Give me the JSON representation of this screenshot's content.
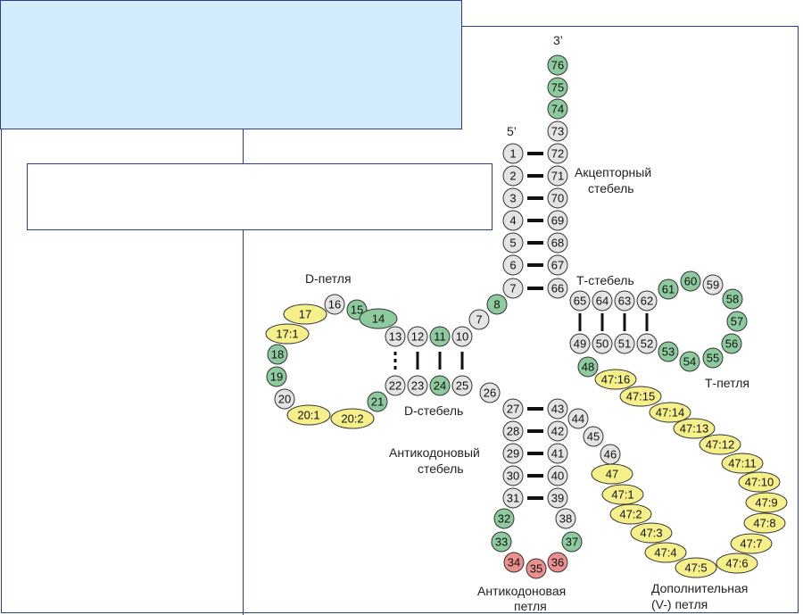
{
  "colors": {
    "grey": "#e4e4e4",
    "green": "#8dcb9f",
    "yellow": "#f6f08a",
    "red": "#ec8f8f",
    "stroke": "#333333",
    "panel": "#d2ecfc",
    "frame": "#2b3f8c"
  },
  "labels": {
    "end3": "3’",
    "end5": "5’",
    "acceptor_stem": [
      "Акцепторный",
      "стебель"
    ],
    "t_stem": "Т-стебель",
    "d_loop": "D-петля",
    "t_loop": "Т-петля",
    "d_stem": "D-стебель",
    "anticodon_stem": [
      "Антикодоновый",
      "стебель"
    ],
    "anticodon_loop": [
      "Антикодоновая",
      "петля"
    ],
    "v_loop": [
      "Дополнительная",
      "(V-) петля"
    ]
  },
  "nucleotides": [
    {
      "t": "76",
      "c": "green"
    },
    {
      "t": "75",
      "c": "green"
    },
    {
      "t": "74",
      "c": "green"
    },
    {
      "t": "73",
      "c": "grey"
    },
    {
      "t": "72",
      "c": "grey"
    },
    {
      "t": "71",
      "c": "grey"
    },
    {
      "t": "70",
      "c": "grey"
    },
    {
      "t": "69",
      "c": "grey"
    },
    {
      "t": "68",
      "c": "grey"
    },
    {
      "t": "67",
      "c": "grey"
    },
    {
      "t": "66",
      "c": "grey"
    },
    {
      "t": "1",
      "c": "grey"
    },
    {
      "t": "2",
      "c": "grey"
    },
    {
      "t": "3",
      "c": "grey"
    },
    {
      "t": "4",
      "c": "grey"
    },
    {
      "t": "5",
      "c": "grey"
    },
    {
      "t": "6",
      "c": "grey"
    },
    {
      "t": "7",
      "c": "grey"
    },
    {
      "t": "8",
      "c": "green"
    },
    {
      "t": "7",
      "c": "grey"
    },
    {
      "t": "65",
      "c": "grey"
    },
    {
      "t": "64",
      "c": "grey"
    },
    {
      "t": "63",
      "c": "grey"
    },
    {
      "t": "62",
      "c": "grey"
    },
    {
      "t": "61",
      "c": "green"
    },
    {
      "t": "60",
      "c": "green"
    },
    {
      "t": "59",
      "c": "grey"
    },
    {
      "t": "58",
      "c": "green"
    },
    {
      "t": "57",
      "c": "green"
    },
    {
      "t": "56",
      "c": "green"
    },
    {
      "t": "55",
      "c": "green"
    },
    {
      "t": "54",
      "c": "green"
    },
    {
      "t": "53",
      "c": "green"
    },
    {
      "t": "52",
      "c": "grey"
    },
    {
      "t": "51",
      "c": "grey"
    },
    {
      "t": "50",
      "c": "grey"
    },
    {
      "t": "49",
      "c": "grey"
    },
    {
      "t": "48",
      "c": "green"
    },
    {
      "t": "16",
      "c": "grey"
    },
    {
      "t": "15",
      "c": "green"
    },
    {
      "t": "14",
      "c": "green"
    },
    {
      "t": "17",
      "c": "yellow"
    },
    {
      "t": "17:1",
      "c": "yellow"
    },
    {
      "t": "18",
      "c": "green"
    },
    {
      "t": "19",
      "c": "green"
    },
    {
      "t": "20",
      "c": "grey"
    },
    {
      "t": "20:1",
      "c": "yellow"
    },
    {
      "t": "20:2",
      "c": "yellow"
    },
    {
      "t": "21",
      "c": "green"
    },
    {
      "t": "13",
      "c": "grey"
    },
    {
      "t": "12",
      "c": "grey"
    },
    {
      "t": "11",
      "c": "green"
    },
    {
      "t": "10",
      "c": "grey"
    },
    {
      "t": "22",
      "c": "grey"
    },
    {
      "t": "23",
      "c": "grey"
    },
    {
      "t": "24",
      "c": "green"
    },
    {
      "t": "25",
      "c": "grey"
    },
    {
      "t": "26",
      "c": "grey"
    },
    {
      "t": "27",
      "c": "grey"
    },
    {
      "t": "28",
      "c": "grey"
    },
    {
      "t": "29",
      "c": "grey"
    },
    {
      "t": "30",
      "c": "grey"
    },
    {
      "t": "31",
      "c": "grey"
    },
    {
      "t": "32",
      "c": "green"
    },
    {
      "t": "33",
      "c": "green"
    },
    {
      "t": "34",
      "c": "red"
    },
    {
      "t": "35",
      "c": "red"
    },
    {
      "t": "36",
      "c": "red"
    },
    {
      "t": "37",
      "c": "green"
    },
    {
      "t": "38",
      "c": "grey"
    },
    {
      "t": "39",
      "c": "grey"
    },
    {
      "t": "40",
      "c": "grey"
    },
    {
      "t": "41",
      "c": "grey"
    },
    {
      "t": "42",
      "c": "grey"
    },
    {
      "t": "43",
      "c": "grey"
    },
    {
      "t": "44",
      "c": "grey"
    },
    {
      "t": "45",
      "c": "grey"
    },
    {
      "t": "46",
      "c": "grey"
    },
    {
      "t": "47",
      "c": "yellow"
    },
    {
      "t": "47:1",
      "c": "yellow"
    },
    {
      "t": "47:2",
      "c": "yellow"
    },
    {
      "t": "47:3",
      "c": "yellow"
    },
    {
      "t": "47:4",
      "c": "yellow"
    },
    {
      "t": "47:5",
      "c": "yellow"
    },
    {
      "t": "47:6",
      "c": "yellow"
    },
    {
      "t": "47:7",
      "c": "yellow"
    },
    {
      "t": "47:8",
      "c": "yellow"
    },
    {
      "t": "47:9",
      "c": "yellow"
    },
    {
      "t": "47:10",
      "c": "yellow"
    },
    {
      "t": "47:11",
      "c": "yellow"
    },
    {
      "t": "47:12",
      "c": "yellow"
    },
    {
      "t": "47:13",
      "c": "yellow"
    },
    {
      "t": "47:14",
      "c": "yellow"
    },
    {
      "t": "47:15",
      "c": "yellow"
    },
    {
      "t": "47:16",
      "c": "yellow"
    }
  ]
}
